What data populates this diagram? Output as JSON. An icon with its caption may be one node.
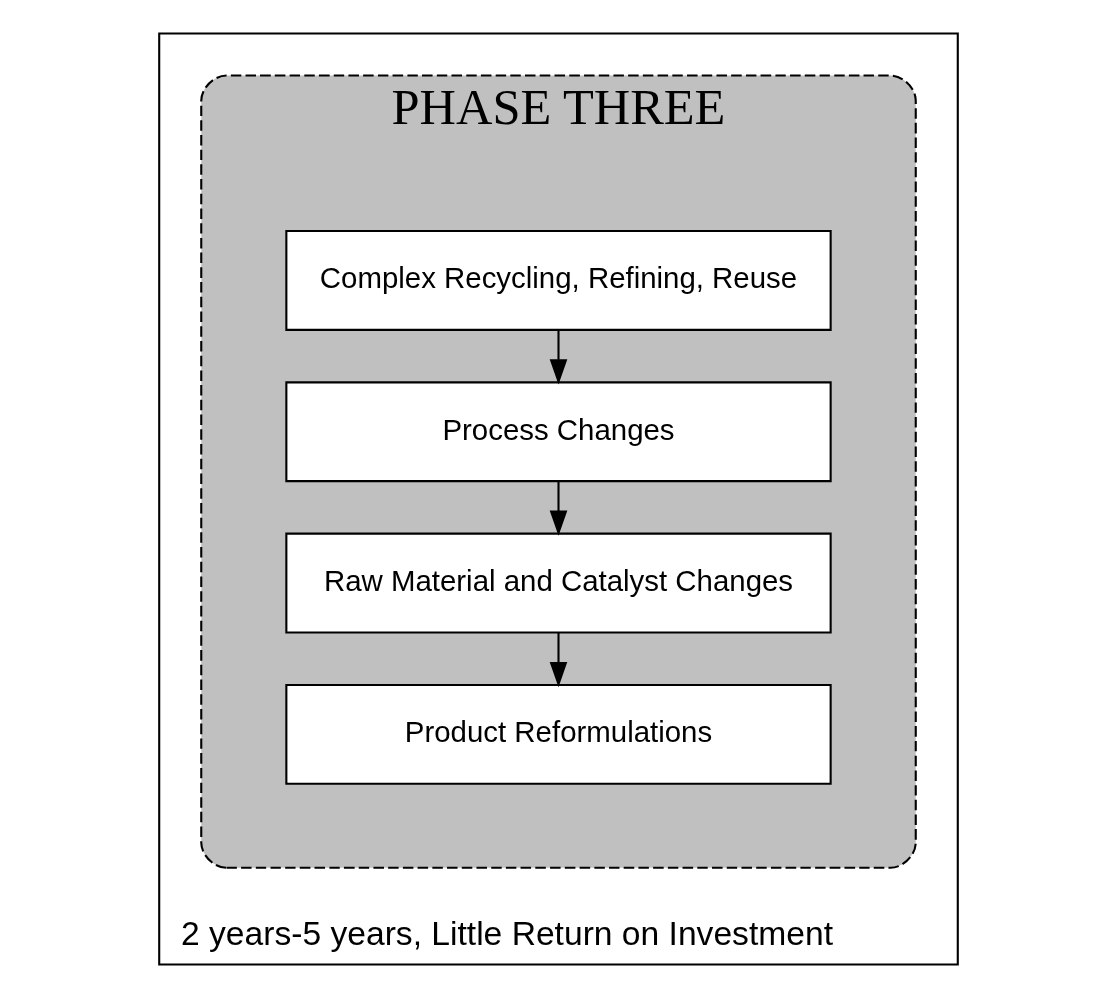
{
  "diagram": {
    "nodes": [
      {
        "text": [
          "2 years-5 years, Little Return on Investment"
        ]
      },
      {
        "text": [
          "PHASE THREE"
        ],
        "in": 0
      },
      {
        "text": [
          "Complex Recycling, Refining, Reuse"
        ],
        "in": 1
      },
      {
        "text": [
          "Process Changes"
        ],
        "in": 1
      },
      {
        "text": [
          "Raw Material and Catalyst Changes"
        ],
        "in": 1
      },
      {
        "text": [
          "Product Reformulations"
        ],
        "in": 1
      }
    ],
    "edges": [
      {
        "from": 2,
        "to": 3,
        "arrow": "to"
      },
      {
        "from": 3,
        "to": 4,
        "arrow": "to"
      },
      {
        "from": 4,
        "to": 5,
        "arrow": "to"
      }
    ]
  }
}
